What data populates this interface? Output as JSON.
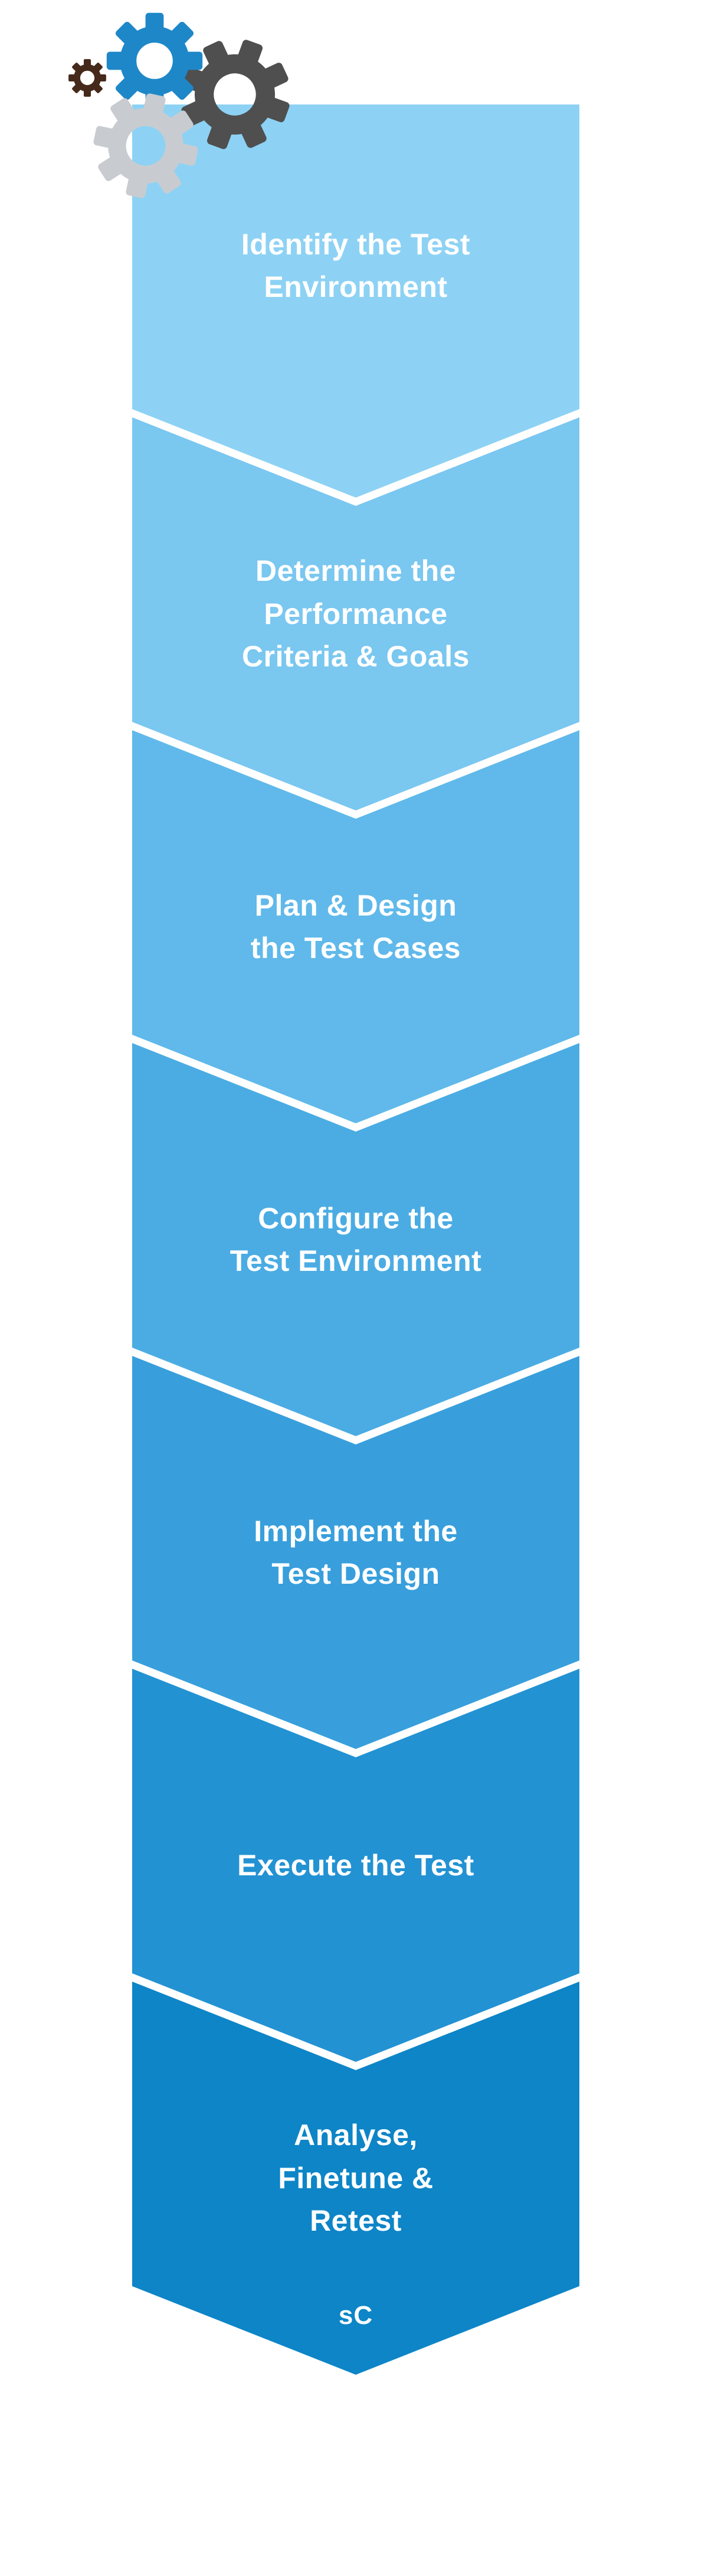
{
  "diagram": {
    "type": "vertical-chevron-process-flow",
    "background_color": "#FFFFFF",
    "text_color": "#FFFFFF",
    "steps": [
      {
        "label": "Identify the Test Environment",
        "line1": "Identify the Test",
        "line2": "Environment",
        "line3": "",
        "color": "#8DD2F4",
        "bg_style": "background-color:#8DD2F4"
      },
      {
        "label": "Determine the Performance Criteria & Goals",
        "line1": "Determine the",
        "line2": "Performance",
        "line3": "Criteria & Goals",
        "color": "#7AC7F0",
        "bg_style": "background-color:#7AC7F0"
      },
      {
        "label": "Plan & Design the Test Cases",
        "line1": "Plan & Design",
        "line2": "the Test Cases",
        "line3": "",
        "color": "#60B9EA",
        "bg_style": "background-color:#60B9EA"
      },
      {
        "label": "Configure the Test Environment",
        "line1": "Configure the",
        "line2": "Test Environment",
        "line3": "",
        "color": "#4BACE3",
        "bg_style": "background-color:#4BACE3"
      },
      {
        "label": "Implement the Test Design",
        "line1": "Implement the",
        "line2": "Test Design",
        "line3": "",
        "color": "#389FDC",
        "bg_style": "background-color:#389FDC"
      },
      {
        "label": "Execute the Test",
        "line1": "Execute the Test",
        "line2": "",
        "line3": "",
        "color": "#2292D3",
        "bg_style": "background-color:#2292D3"
      },
      {
        "label": "Analyse, Finetune & Retest",
        "line1": "Analyse,",
        "line2": "Finetune &",
        "line3": "Retest",
        "color": "#0D85C7",
        "bg_style": "background-color:#0D85C7"
      }
    ],
    "logo_text": "sC",
    "gears": [
      {
        "name": "blue-gear",
        "color": "#1E87C8",
        "style": "color:#1E87C8"
      },
      {
        "name": "dark-gray-gear",
        "color": "#4F4F4F",
        "style": "color:#4F4F4F"
      },
      {
        "name": "light-gray-gear",
        "color": "#C8CCD0",
        "style": "color:#C8CCD0"
      },
      {
        "name": "small-dark-brown-gear",
        "color": "#45291A",
        "style": "color:#45291A"
      }
    ]
  }
}
